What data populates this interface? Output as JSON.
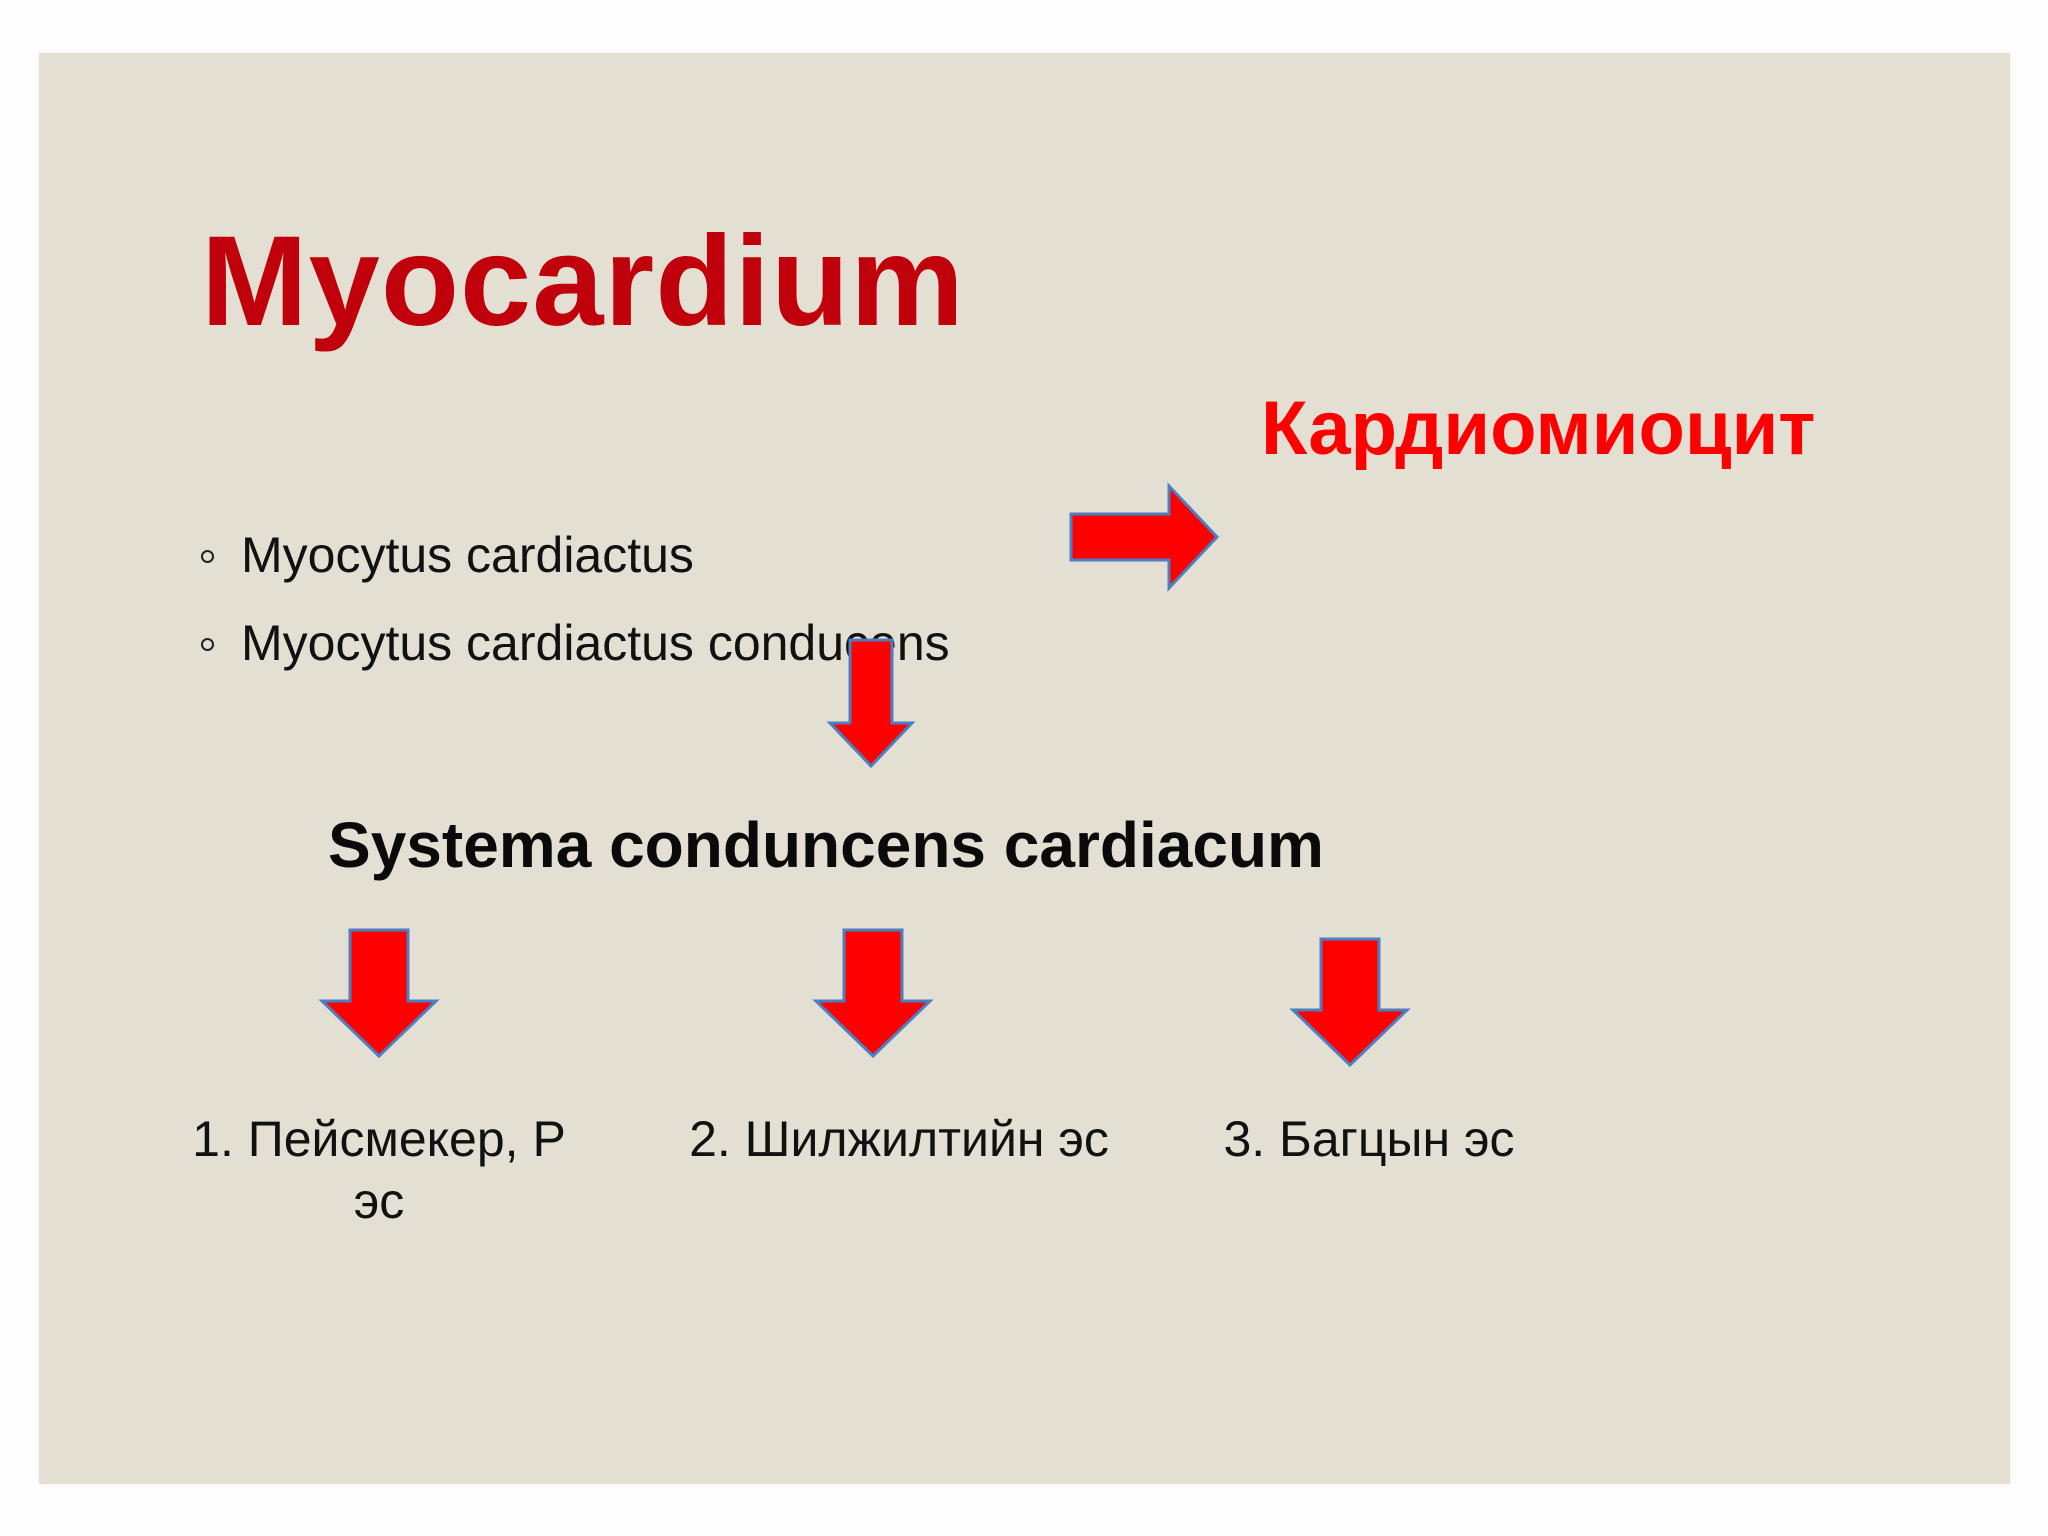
{
  "title": "Myocardium",
  "cyrillic_title": "Кардиомиоцит",
  "bullets": [
    "Myocytus cardiactus",
    "Myocytus cardiactus conducens"
  ],
  "subheading": "Systema conduncens cardiacum",
  "items": [
    "1. Пейсмекер, Р эс",
    "2. Шилжилтийн эс",
    "3. Багцын эс"
  ],
  "colors": {
    "background": "#e4dfd3",
    "title": "#c0000b",
    "accent_red": "#ff0000",
    "arrow_outline": "#4a7fc1"
  },
  "icons": [
    "arrow-right-icon",
    "arrow-down-icon"
  ]
}
